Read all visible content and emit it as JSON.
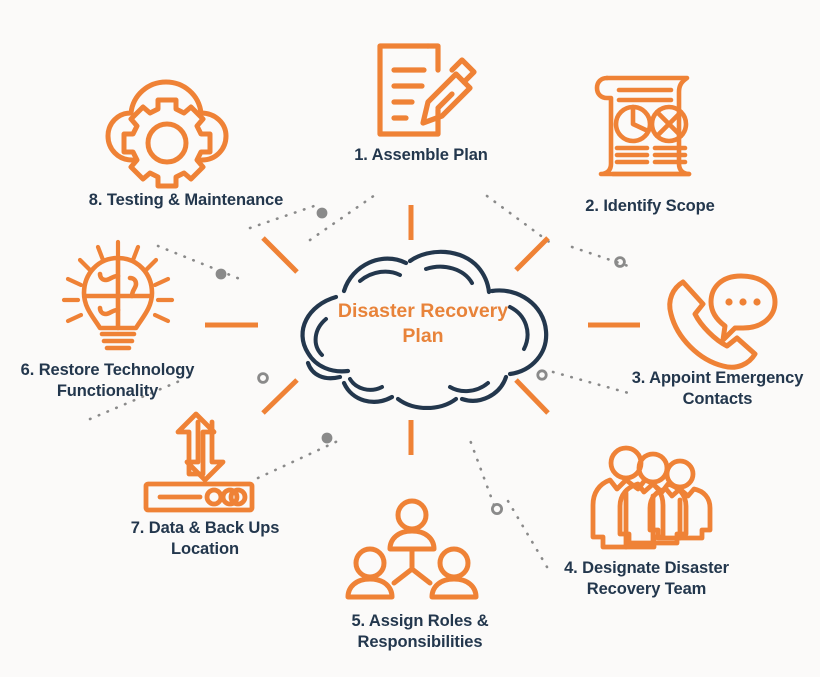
{
  "center": {
    "title": "Disaster Recovery\nPlan",
    "icon": "cloud-shape"
  },
  "colors": {
    "orange": "#ef8236",
    "orange_light": "#f0a060",
    "navy": "#23374d",
    "dot_gray": "#8a8a8a",
    "background": "#fbfaf9"
  },
  "steps": [
    {
      "number": "1",
      "label": "1. Assemble Plan",
      "icon": "document-pen-icon"
    },
    {
      "number": "2",
      "label": "2. Identify Scope",
      "icon": "scroll-report-icon"
    },
    {
      "number": "3",
      "label": "3. Appoint Emergency\nContacts",
      "icon": "phone-chat-icon"
    },
    {
      "number": "4",
      "label": "4. Designate Disaster\nRecovery Team",
      "icon": "people-group-icon"
    },
    {
      "number": "5",
      "label": "5. Assign Roles &\nResponsibilities",
      "icon": "org-chart-icon"
    },
    {
      "number": "6",
      "label": "6. Restore Technology\nFunctionality",
      "icon": "lightbulb-puzzle-icon"
    },
    {
      "number": "7",
      "label": "7. Data & Back Ups\nLocation",
      "icon": "data-backup-icon"
    },
    {
      "number": "8",
      "label": "8. Testing & Maintenance",
      "icon": "cloud-gear-icon"
    }
  ]
}
